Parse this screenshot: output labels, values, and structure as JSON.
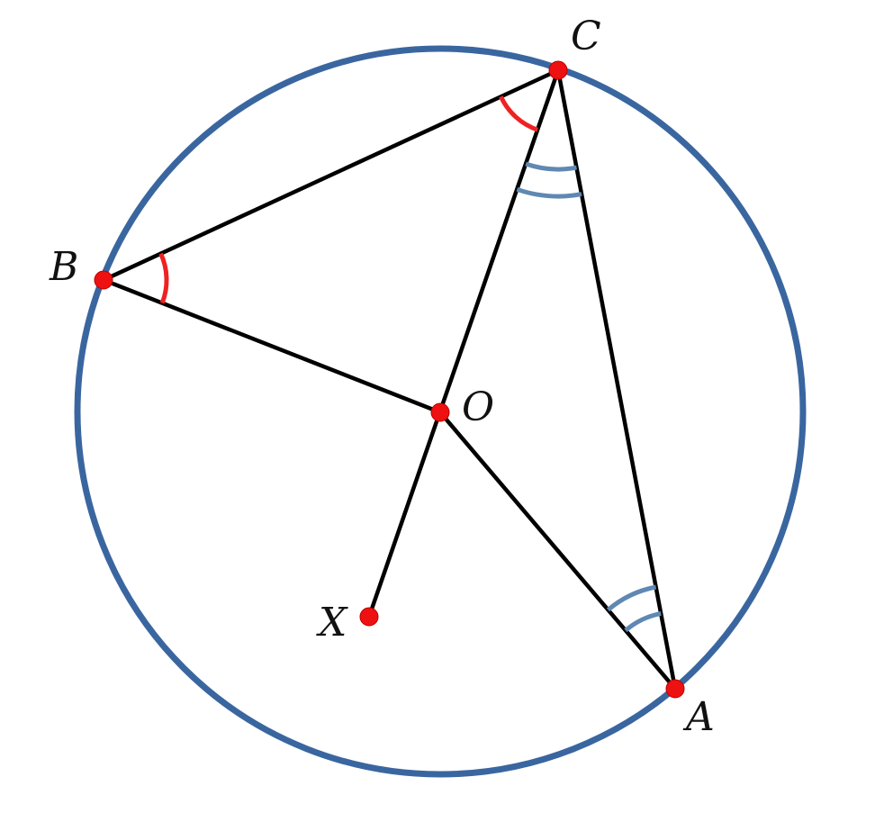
{
  "diagram": {
    "points": {
      "A": {
        "label": "A"
      },
      "B": {
        "label": "B"
      },
      "C": {
        "label": "C"
      },
      "O": {
        "label": "O"
      },
      "X": {
        "label": "X"
      }
    },
    "colors": {
      "circle": "#3a66a0",
      "segments": "#000000",
      "points": "#ee1111",
      "equal_angle_single": "#ee2222",
      "equal_angle_double": "#5f88b3"
    }
  }
}
